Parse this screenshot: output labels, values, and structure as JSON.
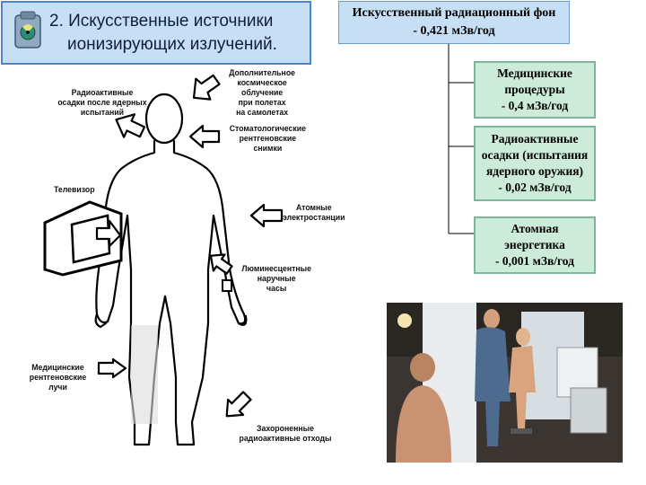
{
  "slide": {
    "title_line1": "2. Искусственные источники",
    "title_line2": "ионизирующих излучений."
  },
  "background": {
    "line1": "Искусственный  радиационный фон",
    "line2": "- 0,421  мЗв/год"
  },
  "sources": [
    {
      "line1": "Медицинские",
      "line2": "процедуры",
      "line3": "- 0,4  мЗв/год"
    },
    {
      "line1": "Радиоактивные",
      "line2": "осадки (испытания",
      "line3": "ядерного оружия)",
      "line4": "- 0,02  мЗв/год"
    },
    {
      "line1": "Атомная",
      "line2": "энергетика",
      "line3": "- 0,001  мЗв/год"
    }
  ],
  "diagram_labels": {
    "fallout": [
      "Радиоактивные",
      "осадки после ядерных",
      "испытаний"
    ],
    "cosmic": [
      "Дополнительное",
      "космическое",
      "облучение",
      "при полетах",
      "на самолетах"
    ],
    "dental": [
      "Стоматологические",
      "рентгеновские",
      "снимки"
    ],
    "tv": [
      "Телевизор"
    ],
    "npp": [
      "Атомные",
      "электростанции"
    ],
    "watch": [
      "Люминесцентные",
      "наручные",
      "часы"
    ],
    "xray": [
      "Медицинские",
      "рентгеновские",
      "лучи"
    ],
    "waste": [
      "Захороненные",
      "радиоактивные отходы"
    ]
  },
  "colors": {
    "title_bg": "#c7dff5",
    "title_border": "#4a86c8",
    "source_bg": "#ccecd9",
    "source_border": "#7cb899"
  }
}
